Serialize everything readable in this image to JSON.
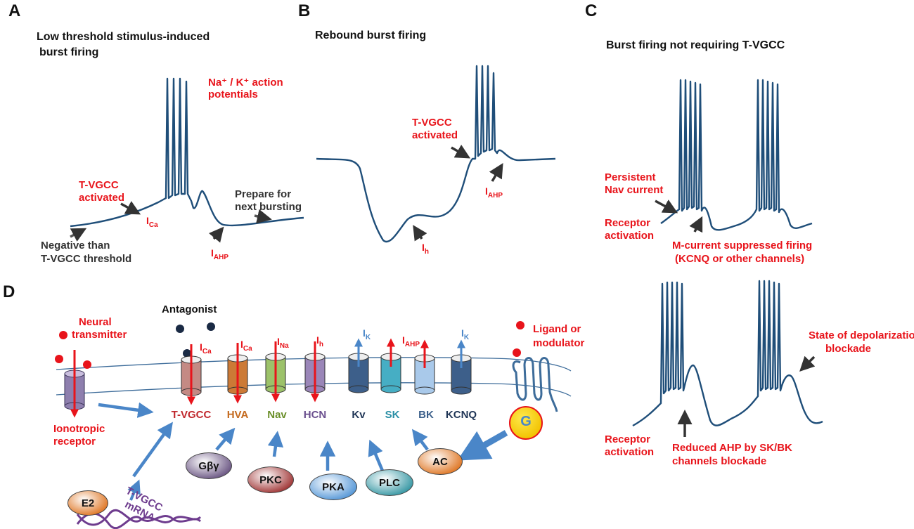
{
  "colors": {
    "trace": "#1f4e79",
    "label_red": "#e8141b",
    "arrow_blue": "#4a86c8",
    "arrow_dark": "#333333"
  },
  "panel_a": {
    "letter": "A",
    "title_line1": "Low threshold stimulus-induced",
    "title_line2": "burst firing",
    "na_k_line1": "Na⁺ / K⁺ action",
    "na_k_line2": "potentials",
    "tvgcc_line1": "T-VGCC",
    "tvgcc_line2": "activated",
    "ica_main": "I",
    "ica_sub": "Ca",
    "iahp_main": "I",
    "iahp_sub": "AHP",
    "prepare_line1": "Prepare for",
    "prepare_line2": "next bursting",
    "negative_line1": "Negative than",
    "negative_line2": "T-VGCC threshold"
  },
  "panel_b": {
    "letter": "B",
    "title": "Rebound burst firing",
    "tvgcc_line1": "T-VGCC",
    "tvgcc_line2": "activated",
    "iahp_main": "I",
    "iahp_sub": "AHP",
    "ih_main": "I",
    "ih_sub": "h"
  },
  "panel_c": {
    "letter": "C",
    "title": "Burst firing not requiring T-VGCC",
    "persistent_line1": "Persistent",
    "persistent_line2": "Nav current",
    "receptor_top_line1": "Receptor",
    "receptor_top_line2": "activation",
    "mcurrent_line1": "M-current suppressed firing",
    "mcurrent_line2": "(KCNQ or other channels)",
    "state_line1": "State of depolarization",
    "state_line2": "blockade",
    "receptor_bottom_line1": "Receptor",
    "receptor_bottom_line2": "activation",
    "reduced_line1": "Reduced AHP by SK/BK",
    "reduced_line2": "channels blockade"
  },
  "panel_d": {
    "letter": "D",
    "neural_line1": "Neural",
    "neural_line2": "transmitter",
    "antagonist": "Antagonist",
    "ligand_line1": "Ligand or",
    "ligand_line2": "modulator",
    "ionotropic_line1": "Ionotropic",
    "ionotropic_line2": "receptor",
    "tvgcc_mrna_line1": "T-VGCC",
    "tvgcc_mrna_line2": "mRNA",
    "currents": [
      {
        "main": "I",
        "sub": "Ca",
        "color": "#e8141b"
      },
      {
        "main": "I",
        "sub": "Ca",
        "color": "#e8141b"
      },
      {
        "main": "I",
        "sub": "Na",
        "color": "#e8141b"
      },
      {
        "main": "I",
        "sub": "h",
        "color": "#e8141b"
      },
      {
        "main": "I",
        "sub": "K",
        "color": "#4a86c8"
      },
      {
        "main": "I",
        "sub": "AHP",
        "color": "#e8141b"
      },
      {
        "main": "I",
        "sub": "K",
        "color": "#4a86c8"
      }
    ],
    "channels": [
      {
        "name": "T-VGCC",
        "text_color": "#c0282d",
        "fill": "#c48a84"
      },
      {
        "name": "HVA",
        "text_color": "#c46a1e",
        "fill": "#cc7a36"
      },
      {
        "name": "Nav",
        "text_color": "#6b8f2a",
        "fill": "#9cc26a"
      },
      {
        "name": "HCN",
        "text_color": "#6a4f8e",
        "fill": "#9a86b8"
      },
      {
        "name": "Kv",
        "text_color": "#1f3556",
        "fill": "#3d5f8a"
      },
      {
        "name": "SK",
        "text_color": "#2a8fa6",
        "fill": "#46aec4"
      },
      {
        "name": "BK",
        "text_color": "#3b5f8a",
        "fill": "#a9c9ea"
      },
      {
        "name": "KCNQ",
        "text_color": "#1f3556",
        "fill": "#3d5f8a"
      }
    ],
    "g_protein": "G",
    "effectors": [
      {
        "name": "Gβγ",
        "fill": "#6e5a86"
      },
      {
        "name": "PKC",
        "fill": "#a23a3a"
      },
      {
        "name": "PKA",
        "fill": "#5a9ad8"
      },
      {
        "name": "PLC",
        "fill": "#3c9aa6"
      },
      {
        "name": "AC",
        "fill": "#e07a2a"
      },
      {
        "name": "E2",
        "fill": "#e07a2a"
      }
    ]
  }
}
